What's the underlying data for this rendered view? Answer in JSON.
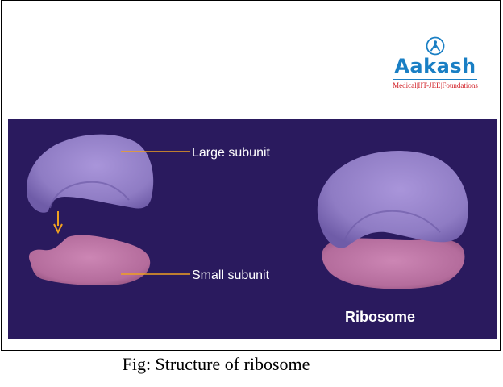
{
  "logo": {
    "name": "Aakash",
    "tagline": "Medical|IIT-JEE|Foundations",
    "icon": "aakash-person-icon",
    "color": "#1a7fc4",
    "tagline_color": "#d11f26"
  },
  "diagram": {
    "background_color": "#2a1a5e",
    "large_subunit_label": "Large subunit",
    "small_subunit_label": "Small subunit",
    "ribosome_label": "Ribosome",
    "large_subunit_color": "#9a86cc",
    "small_subunit_color": "#c07aa8",
    "leader_color": "#f0a020"
  },
  "caption": "Fig: Structure of ribosome"
}
